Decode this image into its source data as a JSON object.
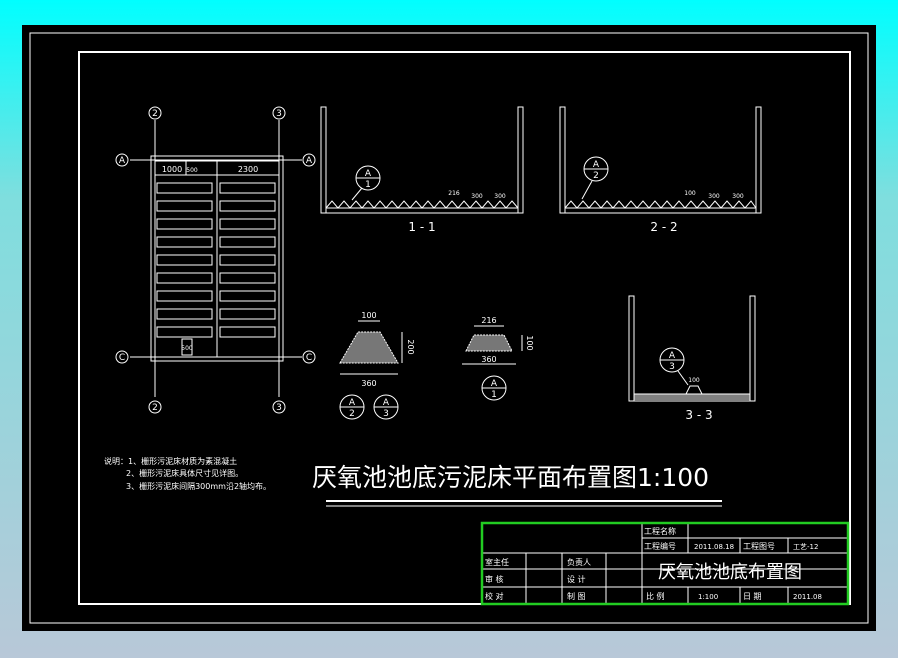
{
  "main_title": "厌氧池池底污泥床平面布置图1:100",
  "notes": [
    "说明：1、栅形污泥床材质为素混凝土",
    "2、栅形污泥床具体尺寸见详图。",
    "3、栅形污泥床间隔300mm沿2轴均布。"
  ],
  "plan": {
    "axis_rows": [
      "A",
      "C"
    ],
    "axis_cols": [
      "2",
      "3"
    ],
    "dim_left": "1000",
    "dim_right": "2300",
    "dim_small_top": "500",
    "dim_small_bottom": "500"
  },
  "sections": [
    {
      "label": "1 - 1",
      "callout_top": "A",
      "callout_bottom": "1",
      "dims": [
        "216",
        "300",
        "300"
      ]
    },
    {
      "label": "2 - 2",
      "callout_top": "A",
      "callout_bottom": "2",
      "dims": [
        "100",
        "300",
        "300"
      ]
    },
    {
      "label": "3 - 3",
      "callout_top": "A",
      "callout_bottom": "3",
      "dims": [
        "100"
      ]
    }
  ],
  "details": {
    "trap_a_top": "100",
    "trap_a_height": "200",
    "trap_a_base": "360",
    "trap_b_top": "216",
    "trap_b_height": "100",
    "trap_b_base": "360",
    "callout_a": [
      {
        "top": "A",
        "bottom": "2"
      },
      {
        "top": "A",
        "bottom": "3"
      }
    ],
    "callout_b": {
      "top": "A",
      "bottom": "1"
    }
  },
  "title_block": {
    "project_name_label": "工程名称",
    "project_no_label": "工程编号",
    "project_no": "2011.08.18",
    "drawing_no_label": "工程图号",
    "drawing_no": "工艺-12",
    "drawing_title": "厌氧池池底布置图",
    "row_labels": [
      "室主任",
      "审 核",
      "校 对"
    ],
    "mid_labels": [
      "负责人",
      "设 计",
      "制 图"
    ],
    "scale_label": "比 例",
    "scale": "1:100",
    "date_label": "日 期",
    "date": "2011.08"
  },
  "colors": {
    "background": "#000000",
    "line": "#ffffff",
    "highlight": "#22cc22"
  }
}
